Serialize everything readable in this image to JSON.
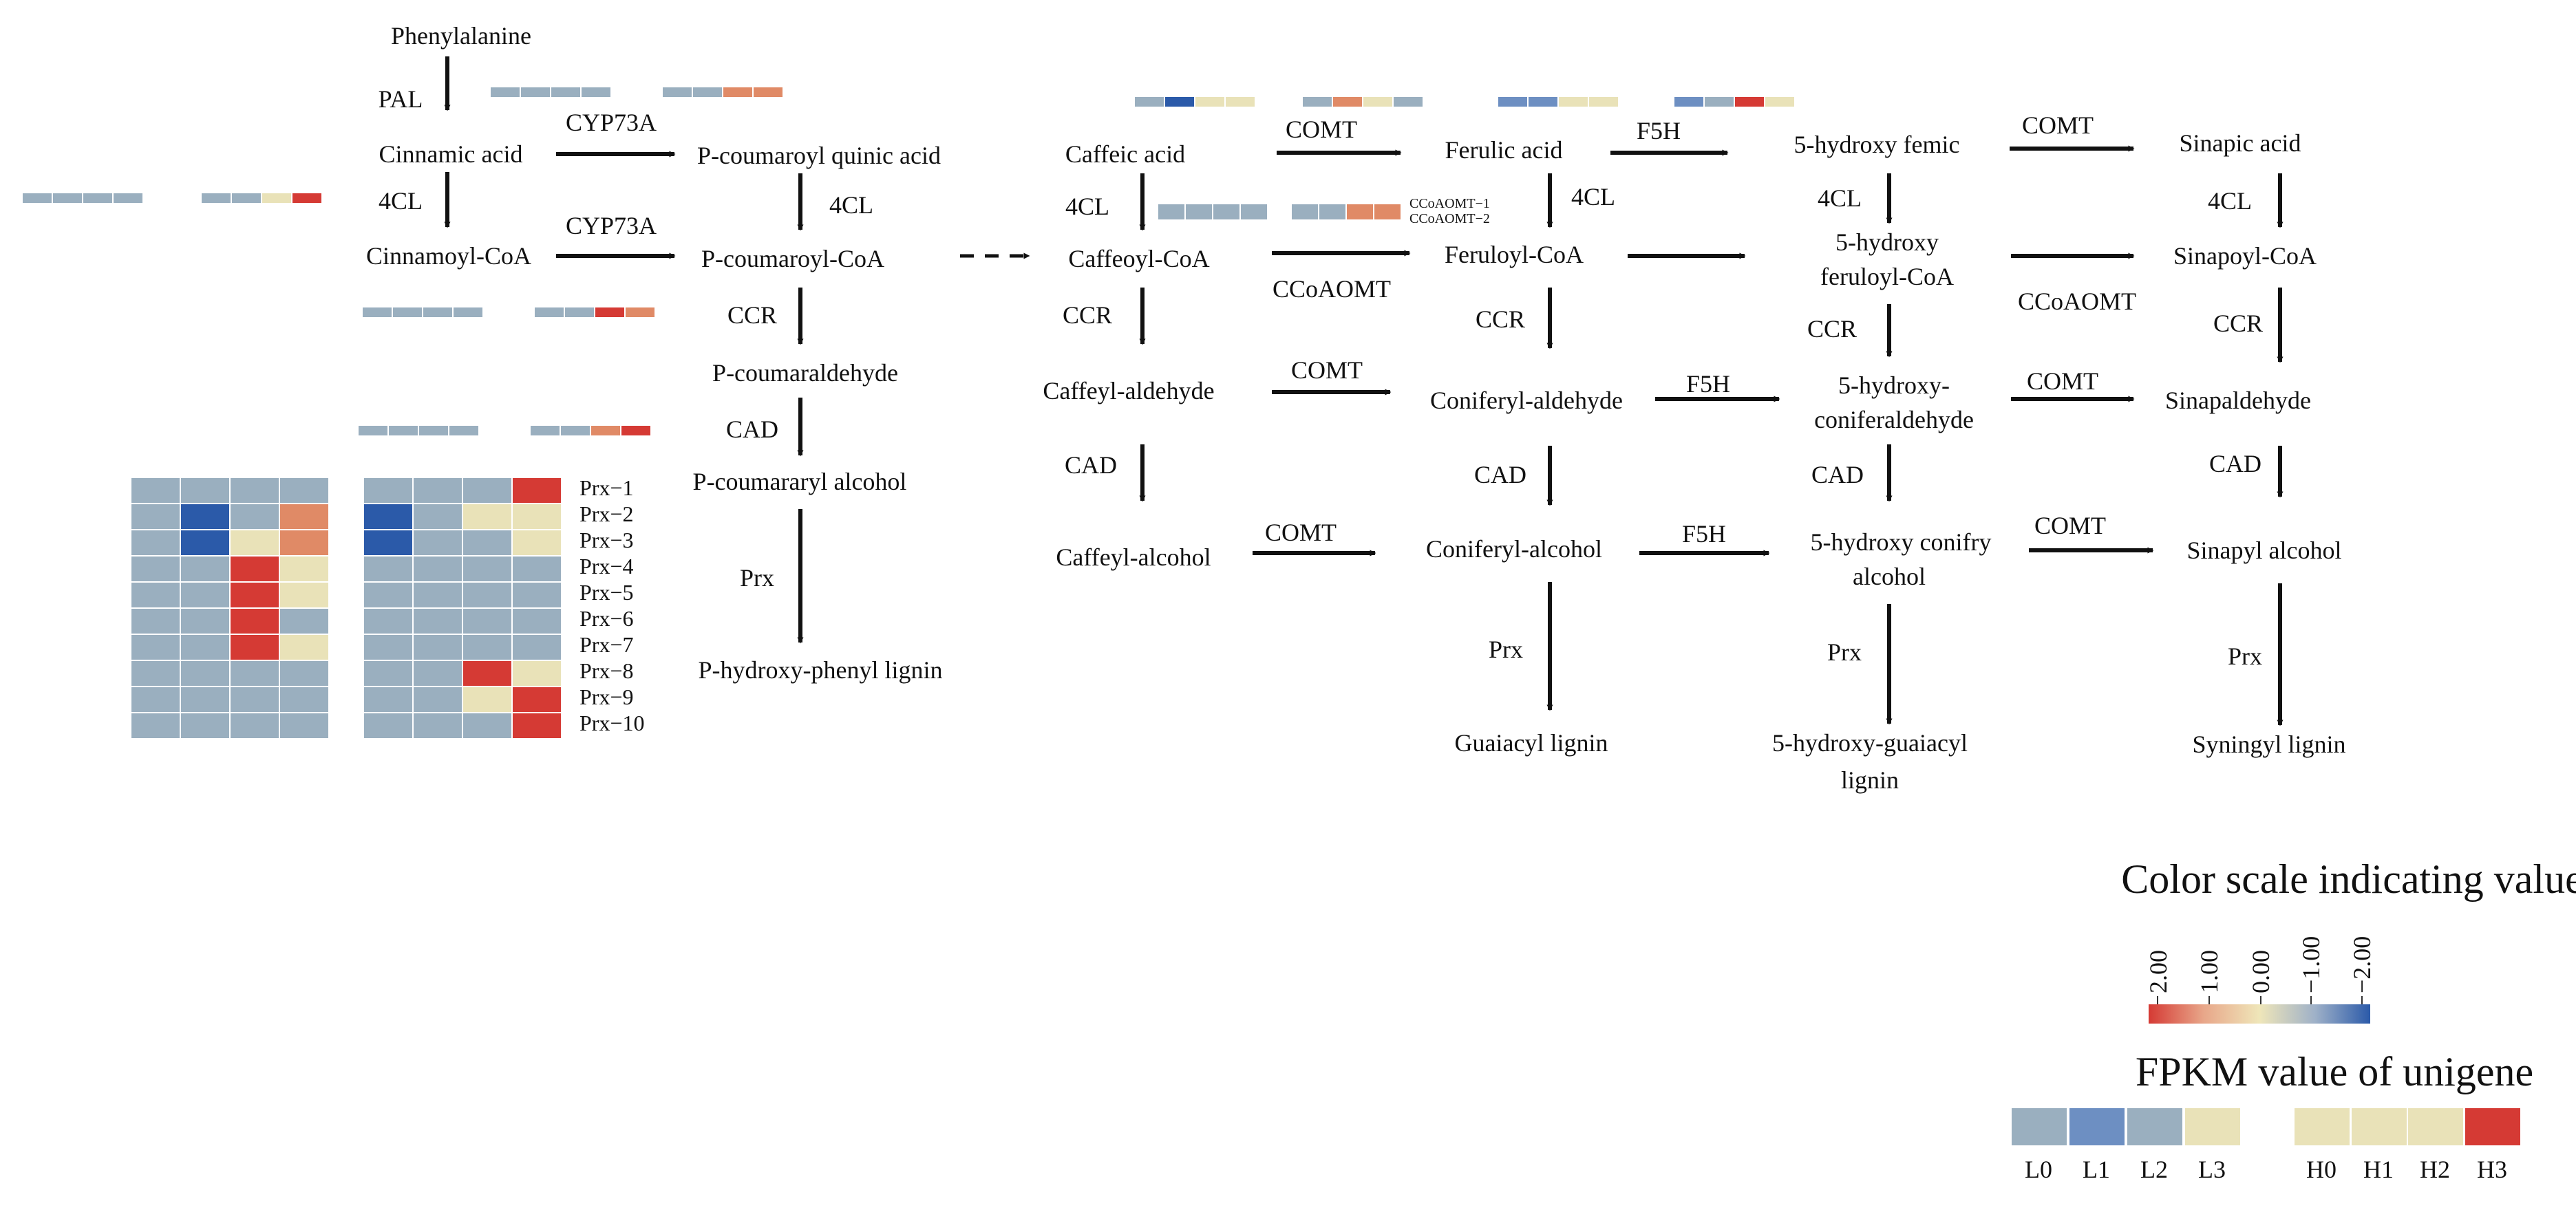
{
  "diagram": {
    "colors": {
      "blue": "#2b5aa9",
      "blue_light": "#6d8fc2",
      "steel": "#9aafbf",
      "pale": "#e9e2b8",
      "peach": "#e08a66",
      "red": "#d53a34",
      "arrow": "#111111"
    },
    "compounds": {
      "phenylalanine": "Phenylalanine",
      "cinnamic_acid": "Cinnamic acid",
      "p_coumaroyl_quinic": "P-coumaroyl quinic acid",
      "cinnamoyl_coa": "Cinnamoyl-CoA",
      "p_coumaroyl_coa": "P-coumaroyl-CoA",
      "p_coumaraldehyde": "P-coumaraldehyde",
      "p_coumararyl_alcohol": "P-coumararyl alcohol",
      "p_hydroxyphenyl_lignin": "P-hydroxy-phenyl lignin",
      "caffeic_acid": "Caffeic acid",
      "caffeoyl_coa": "Caffeoyl-CoA",
      "caffeyl_aldehyde": "Caffeyl-aldehyde",
      "caffeyl_alcohol": "Caffeyl-alcohol",
      "ferulic_acid": "Ferulic acid",
      "feruloyl_coa": "Feruloyl-CoA",
      "coniferyl_aldehyde": "Coniferyl-aldehyde",
      "coniferyl_alcohol": "Coniferyl-alcohol",
      "guaiacyl_lignin": "Guaiacyl lignin",
      "hydroxy_femic": "5-hydroxy femic",
      "hydroxy_feruloyl_coa_1": "5-hydroxy",
      "hydroxy_feruloyl_coa_2": "feruloyl-CoA",
      "hydroxy_coniferaldehyde_1": "5-hydroxy-",
      "hydroxy_coniferaldehyde_2": "coniferaldehyde",
      "hydroxy_conifry_alcohol_1": "5-hydroxy conifry",
      "hydroxy_conifry_alcohol_2": "alcohol",
      "hydroxy_guaiacyl_lignin_1": "5-hydroxy-guaiacyl",
      "hydroxy_guaiacyl_lignin_2": "lignin",
      "sinapic_acid": "Sinapic acid",
      "sinapoyl_coa": "Sinapoyl-CoA",
      "sinapaldehyde": "Sinapaldehyde",
      "sinapyl_alcohol": "Sinapyl alcohol",
      "syningyl_lignin": "Syningyl lignin"
    },
    "enzymes": {
      "pal": "PAL",
      "cyp73a": "CYP73A",
      "fourcl": "4CL",
      "ccr": "CCR",
      "cad": "CAD",
      "prx": "Prx",
      "comt": "COMT",
      "ccoaomt": "CCoAOMT",
      "f5h": "F5H",
      "ccoaomt_1": "CCoAOMT−1",
      "ccoaomt_2": "CCoAOMT−2"
    },
    "prx_labels": [
      "Prx−1",
      "Prx−2",
      "Prx−3",
      "Prx−4",
      "Prx−5",
      "Prx−6",
      "Prx−7",
      "Prx−8",
      "Prx−9",
      "Prx−10"
    ],
    "heatmap": {
      "columns": [
        "L0",
        "L1",
        "L2",
        "L3",
        "H0",
        "H1",
        "H2",
        "H3"
      ],
      "rows": [
        [
          "steel",
          "steel",
          "steel",
          "steel",
          "steel",
          "steel",
          "steel",
          "red"
        ],
        [
          "steel",
          "blue",
          "steel",
          "peach",
          "blue",
          "steel",
          "pale",
          "pale"
        ],
        [
          "steel",
          "blue",
          "pale",
          "peach",
          "blue",
          "steel",
          "steel",
          "pale"
        ],
        [
          "steel",
          "steel",
          "red",
          "pale",
          "steel",
          "steel",
          "steel",
          "steel"
        ],
        [
          "steel",
          "steel",
          "red",
          "pale",
          "steel",
          "steel",
          "steel",
          "steel"
        ],
        [
          "steel",
          "steel",
          "red",
          "steel",
          "steel",
          "steel",
          "steel",
          "steel"
        ],
        [
          "steel",
          "steel",
          "red",
          "pale",
          "steel",
          "steel",
          "steel",
          "steel"
        ],
        [
          "steel",
          "steel",
          "steel",
          "steel",
          "steel",
          "steel",
          "red",
          "pale"
        ],
        [
          "steel",
          "steel",
          "steel",
          "steel",
          "steel",
          "steel",
          "pale",
          "red"
        ],
        [
          "steel",
          "steel",
          "steel",
          "steel",
          "steel",
          "steel",
          "steel",
          "red"
        ]
      ]
    },
    "gene_strips": [
      {
        "id": "pal-strip",
        "cells": [
          "steel",
          "steel",
          "steel",
          "steel",
          "steel",
          "steel",
          "peach",
          "peach"
        ]
      },
      {
        "id": "cyp73a-strip",
        "cells": [
          "steel",
          "steel",
          "steel",
          "steel",
          "steel",
          "steel",
          "pale",
          "red"
        ]
      },
      {
        "id": "ccr-strip",
        "cells": [
          "steel",
          "steel",
          "steel",
          "steel",
          "steel",
          "steel",
          "red",
          "peach"
        ]
      },
      {
        "id": "cad-strip",
        "cells": [
          "steel",
          "steel",
          "steel",
          "steel",
          "steel",
          "steel",
          "peach",
          "red"
        ]
      },
      {
        "id": "comt1-strip",
        "cells": [
          "steel",
          "blue",
          "pale",
          "pale",
          "steel",
          "peach",
          "pale",
          "steel"
        ]
      },
      {
        "id": "comt2-strip",
        "cells": [
          "blue_light",
          "blue_light",
          "pale",
          "pale",
          "blue_light",
          "steel",
          "red",
          "pale"
        ]
      },
      {
        "id": "ccoaomt-strip",
        "cells": [
          "steel",
          "steel",
          "steel",
          "steel",
          "steel",
          "steel",
          "peach",
          "peach"
        ]
      }
    ],
    "scale": {
      "title": "Color scale indicating value",
      "ticks": [
        "2.00",
        "1.00",
        "0.00",
        "−1.00",
        "−2.00"
      ]
    },
    "fpkm": {
      "title": "FPKM value of unigene",
      "labels": [
        "L0",
        "L1",
        "L2",
        "L3",
        "H0",
        "H1",
        "H2",
        "H3"
      ],
      "cells": [
        "steel",
        "blue_light",
        "steel",
        "pale",
        "pale",
        "pale",
        "pale",
        "red"
      ]
    }
  }
}
